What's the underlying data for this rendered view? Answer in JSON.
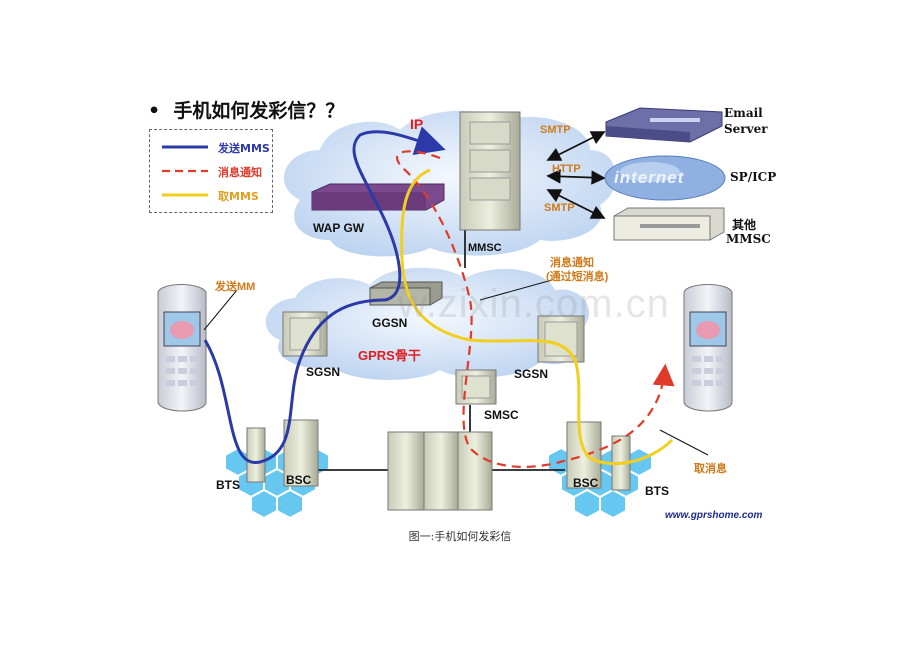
{
  "heading": "手机如何发彩信？？",
  "legend": {
    "items": [
      {
        "label": "发送MMS",
        "color": "#2b3aa8"
      },
      {
        "label": "消息通知",
        "color": "#e03a2a"
      },
      {
        "label": "取MMS",
        "color": "#f2cf1e"
      }
    ]
  },
  "nodes": {
    "ip": "IP",
    "wap_gw": "WAP GW",
    "mmsc": "MMSC",
    "smtp_top": "SMTP",
    "http": "HTTP",
    "smtp_bottom": "SMTP",
    "email_server_line1": "Email",
    "email_server_line2": "Server",
    "sp_icp": "SP/ICP",
    "internet": "internet",
    "other_mmsc_line1": "其他",
    "other_mmsc_line2": "MMSC",
    "ggsn": "GGSN",
    "gprs_backbone": "GPRS骨干",
    "sgsn_left": "SGSN",
    "sgsn_right": "SGSN",
    "smsc": "SMSC",
    "bts_left": "BTS",
    "bsc_left": "BSC",
    "bsc_right": "BSC",
    "bts_right": "BTS"
  },
  "annotations": {
    "send_mm": "发送MM",
    "notify_line1": "消息通知",
    "notify_line2": "(通过短消息)",
    "fetch_msg": "取消息"
  },
  "website": "www.gprshome.com",
  "watermark": "w.zixin.com.cn",
  "caption": "图一:手机如何发彩信",
  "colors": {
    "send": "#2b3aa8",
    "notify": "#e03a2a",
    "fetch": "#f2cf1e",
    "cloud": "#cfe0f6",
    "hex": "#66c8f0"
  }
}
